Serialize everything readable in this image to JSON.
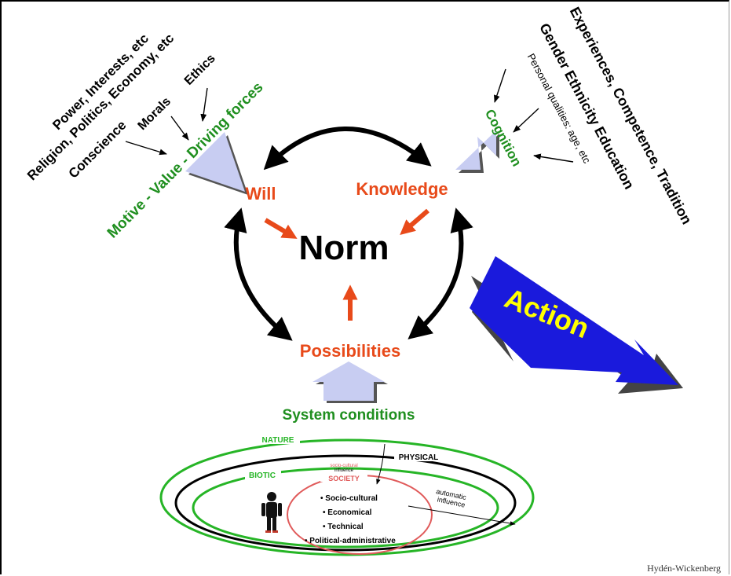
{
  "center": {
    "norm": "Norm",
    "will": "Will",
    "knowledge": "Knowledge",
    "possibilities": "Possibilities",
    "action": "Action",
    "system_conditions": "System conditions"
  },
  "left": {
    "power": "Power, Interests, etc",
    "religion": "Religion, Politics, Economy, etc",
    "conscience": "Conscience",
    "morals": "Morals",
    "ethics": "Ethics",
    "motive": "Motive - Value - Driving forces"
  },
  "right": {
    "experiences": "Experiences, Competence, Tradition",
    "gender": "Gender Ethnicity  Education",
    "personal": "Personal qualities: age, etc",
    "cognition": "Cognition"
  },
  "bottom": {
    "nature": "NATURE",
    "physical": "PHYSICAL",
    "biotic": "BIOTIC",
    "society": "SOCIETY",
    "socio_influence_1": "socio-cultural",
    "socio_influence_2": "influence",
    "items": [
      "• Socio-cultural",
      "• Economical",
      "• Technical",
      "• Political-administrative"
    ],
    "automatic_1": "automatic",
    "automatic_2": "influence"
  },
  "signature": "Hydén-Wickenberg",
  "colors": {
    "red_orange": "#e84a1a",
    "green": "#1f8f1f",
    "blue": "#1a1adc",
    "yellow": "#ffff00",
    "light_arrow": "#c8cdf2",
    "ring_green": "#26b526",
    "ring_red": "#e05a5a"
  }
}
